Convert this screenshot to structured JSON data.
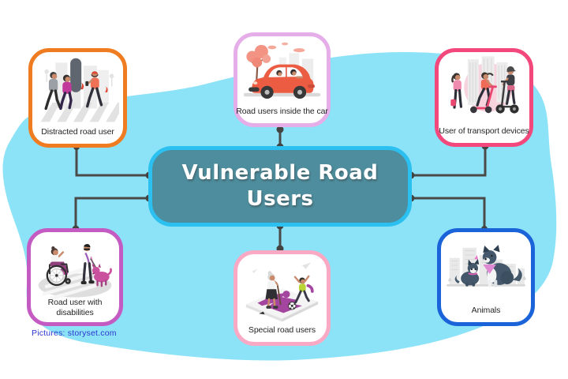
{
  "page": {
    "background": "#ffffff",
    "blob_color": "#8ce3f8"
  },
  "center": {
    "title_line1": "Vulnerable Road",
    "title_line2": "Users",
    "fill_color": "#4e8d9d",
    "border_color": "#2cc0f0",
    "text_color": "#ffffff"
  },
  "connector": {
    "line_color": "#4a4a48",
    "dot_color": "#434341"
  },
  "credit": {
    "text": "Pictures: storyset.com",
    "color": "#2a35cf"
  },
  "nodes": [
    {
      "label": "Distracted road user",
      "position": "top-left",
      "border_color": "#f07c22",
      "illustration": "pedestrians-looking-at-phones-on-crosswalk"
    },
    {
      "label": "Road users inside the car",
      "position": "top-center",
      "border_color": "#e5aee8",
      "illustration": "red-car-with-driver-and-passenger"
    },
    {
      "label": "User of transport devices",
      "position": "top-right",
      "border_color": "#f2487b",
      "illustration": "people-riding-kick-scooters"
    },
    {
      "label": "Road user with disabilities",
      "position": "bottom-left",
      "border_color": "#c45bc3",
      "illustration": "wheelchair-user-and-blind-man-with-guide-dog"
    },
    {
      "label": "Special road users",
      "position": "bottom-center",
      "border_color": "#f9a9c4",
      "illustration": "elderly-woman-and-child-with-ball"
    },
    {
      "label": "Animals",
      "position": "bottom-right",
      "border_color": "#1b63d9",
      "illustration": "dog-and-cat-in-city"
    }
  ]
}
